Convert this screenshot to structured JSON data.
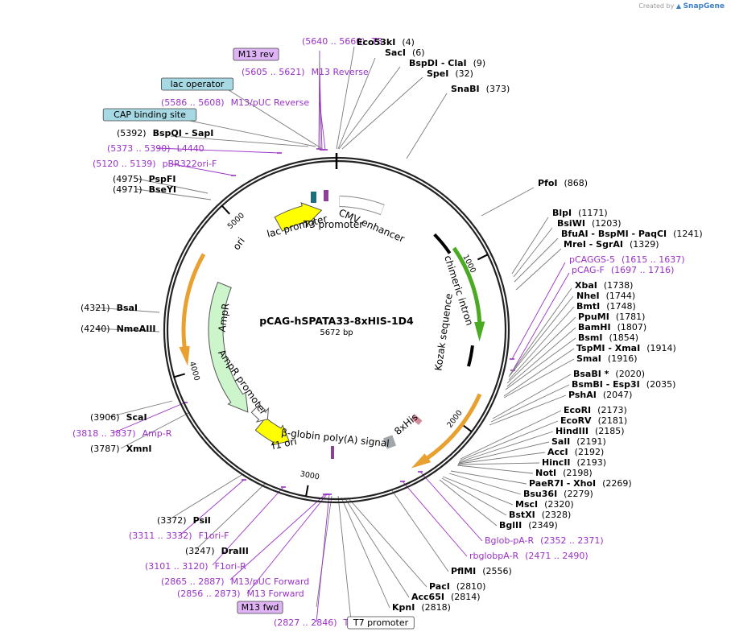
{
  "credit": {
    "prefix": "Created by",
    "brand": "SnapGene"
  },
  "plasmid": {
    "name": "pCAG-hSPATA33-8xHIS-1D4",
    "length_label": "5672 bp",
    "total_bp": 5672
  },
  "colors": {
    "enzyme_text": "#000000",
    "primer_text": "#9b30c8",
    "primer_line": "#9b30c8",
    "ori": "#ffff00",
    "ampr": "#ccf5cc",
    "intron": "#4aaa22",
    "orange_arrow": "#e8a030",
    "teal_feature": "#1d6e7d",
    "purple_feature": "#8e3f96",
    "his_tag": "#d28b9a",
    "grey_box": "#a0a6aa",
    "blue_box": "#a6d9e3",
    "violet_box": "#dfb4f5"
  },
  "ticks": [
    {
      "label": "1000"
    },
    {
      "label": "2000"
    },
    {
      "label": "3000"
    },
    {
      "label": "4000"
    },
    {
      "label": "5000"
    }
  ],
  "features": {
    "cmv_enhancer": "CMV enhancer",
    "lac_promoter": "lac promoter",
    "t3_promoter": "T3 promoter",
    "chimeric_intron": "chimeric intron",
    "kozak_sequence": "Kozak sequence",
    "his_tag": "8xHis",
    "bglobin_polya": "β-globin poly(A) signal",
    "f1_ori": "f1 ori",
    "ampr_promoter": "AmpR promoter",
    "ampr": "AmpR",
    "ori": "ori"
  },
  "labels": [
    {
      "text": "(5640 .. 5660)",
      "extra": "T3",
      "kind": "primer"
    },
    {
      "text": "M13 rev",
      "kind": "violet-box"
    },
    {
      "text": "(5605 .. 5621)",
      "extra": "M13 Reverse",
      "kind": "primer"
    },
    {
      "text": "lac operator",
      "kind": "blue-box"
    },
    {
      "text": "(5586 .. 5608)",
      "extra": "M13/pUC Reverse",
      "kind": "primer"
    },
    {
      "text": "CAP binding site",
      "kind": "blue-box"
    },
    {
      "text": "(5392)",
      "extra": "BspQI  - SapI",
      "kind": "enzyme-left"
    },
    {
      "text": "(5373 .. 5390)",
      "extra": "L4440",
      "kind": "primer"
    },
    {
      "text": "(5120 .. 5139)",
      "extra": "pBR322ori-F",
      "kind": "primer"
    },
    {
      "text": "(4975)",
      "extra": "PspFI",
      "kind": "enzyme-left"
    },
    {
      "text": "(4971)",
      "extra": "BseYI",
      "kind": "enzyme-left"
    },
    {
      "text": "(4321)",
      "extra": "BsaI",
      "kind": "enzyme-left"
    },
    {
      "text": "(4240)",
      "extra": "NmeAIII",
      "kind": "enzyme-left"
    },
    {
      "text": "(3906)",
      "extra": "ScaI",
      "kind": "enzyme-left"
    },
    {
      "text": "(3818 .. 3837)",
      "extra": "Amp-R",
      "kind": "primer"
    },
    {
      "text": "(3787)",
      "extra": "XmnI",
      "kind": "enzyme-left"
    },
    {
      "text": "(3372)",
      "extra": "PsiI",
      "kind": "enzyme-left"
    },
    {
      "text": "(3311 .. 3332)",
      "extra": "F1ori-F",
      "kind": "primer"
    },
    {
      "text": "(3247)",
      "extra": "DraIII",
      "kind": "enzyme-left"
    },
    {
      "text": "(3101 .. 3120)",
      "extra": "F1ori-R",
      "kind": "primer"
    },
    {
      "text": "(2865 .. 2887)",
      "extra": "M13/pUC Forward",
      "kind": "primer"
    },
    {
      "text": "(2856 .. 2873)",
      "extra": "M13 Forward",
      "kind": "primer"
    },
    {
      "text": "M13 fwd",
      "kind": "violet-box"
    },
    {
      "text": "(2827 .. 2846)",
      "extra": "T7",
      "kind": "primer"
    },
    {
      "text": "T7 promoter",
      "kind": "white-box"
    },
    {
      "text": "Eco53kI",
      "extra": "(4)",
      "kind": "enzyme-right"
    },
    {
      "text": "SacI",
      "extra": "(6)",
      "kind": "enzyme-right"
    },
    {
      "text": "BspDI  - ClaI",
      "extra": "(9)",
      "kind": "enzyme-right"
    },
    {
      "text": "SpeI",
      "extra": "(32)",
      "kind": "enzyme-right"
    },
    {
      "text": "SnaBI",
      "extra": "(373)",
      "kind": "enzyme-right"
    },
    {
      "text": "PfoI",
      "extra": "(868)",
      "kind": "enzyme-right"
    },
    {
      "text": "BlpI",
      "extra": "(1171)",
      "kind": "enzyme-right"
    },
    {
      "text": "BsiWI",
      "extra": "(1203)",
      "kind": "enzyme-right"
    },
    {
      "text": "BfuAI  - BspMI  - PaqCI",
      "extra": "(1241)",
      "kind": "enzyme-right"
    },
    {
      "text": "MreI  - SgrAI",
      "extra": "(1329)",
      "kind": "enzyme-right"
    },
    {
      "text": "pCAGGS-5",
      "extra": "(1615 .. 1637)",
      "kind": "primer"
    },
    {
      "text": "pCAG-F",
      "extra": "(1697 .. 1716)",
      "kind": "primer"
    },
    {
      "text": "XbaI",
      "extra": "(1738)",
      "kind": "enzyme-right"
    },
    {
      "text": "NheI",
      "extra": "(1744)",
      "kind": "enzyme-right"
    },
    {
      "text": "BmtI",
      "extra": "(1748)",
      "kind": "enzyme-right"
    },
    {
      "text": "PpuMI",
      "extra": "(1781)",
      "kind": "enzyme-right"
    },
    {
      "text": "BamHI",
      "extra": "(1807)",
      "kind": "enzyme-right"
    },
    {
      "text": "BsmI",
      "extra": "(1854)",
      "kind": "enzyme-right"
    },
    {
      "text": "TspMI  - XmaI",
      "extra": "(1914)",
      "kind": "enzyme-right"
    },
    {
      "text": "SmaI",
      "extra": "(1916)",
      "kind": "enzyme-right"
    },
    {
      "text": "BsaBI *",
      "extra": "(2020)",
      "kind": "enzyme-right"
    },
    {
      "text": "BsmBI  - Esp3I",
      "extra": "(2035)",
      "kind": "enzyme-right"
    },
    {
      "text": "PshAI",
      "extra": "(2047)",
      "kind": "enzyme-right"
    },
    {
      "text": "EcoRI",
      "extra": "(2173)",
      "kind": "enzyme-right"
    },
    {
      "text": "EcoRV",
      "extra": "(2181)",
      "kind": "enzyme-right"
    },
    {
      "text": "HindIII",
      "extra": "(2185)",
      "kind": "enzyme-right"
    },
    {
      "text": "SalI",
      "extra": "(2191)",
      "kind": "enzyme-right"
    },
    {
      "text": "AccI",
      "extra": "(2192)",
      "kind": "enzyme-right"
    },
    {
      "text": "HincII",
      "extra": "(2193)",
      "kind": "enzyme-right"
    },
    {
      "text": "NotI",
      "extra": "(2198)",
      "kind": "enzyme-right"
    },
    {
      "text": "PaeR7I  - XhoI",
      "extra": "(2269)",
      "kind": "enzyme-right"
    },
    {
      "text": "Bsu36I",
      "extra": "(2279)",
      "kind": "enzyme-right"
    },
    {
      "text": "MscI",
      "extra": "(2320)",
      "kind": "enzyme-right"
    },
    {
      "text": "BstXI",
      "extra": "(2328)",
      "kind": "enzyme-right"
    },
    {
      "text": "BglII",
      "extra": "(2349)",
      "kind": "enzyme-right"
    },
    {
      "text": "Bglob-pA-R",
      "extra": "(2352 .. 2371)",
      "kind": "primer"
    },
    {
      "text": "rbglobpA-R",
      "extra": "(2471 .. 2490)",
      "kind": "primer"
    },
    {
      "text": "PflMI",
      "extra": "(2556)",
      "kind": "enzyme-right"
    },
    {
      "text": "PacI",
      "extra": "(2810)",
      "kind": "enzyme-right"
    },
    {
      "text": "Acc65I",
      "extra": "(2814)",
      "kind": "enzyme-right"
    },
    {
      "text": "KpnI",
      "extra": "(2818)",
      "kind": "enzyme-right"
    }
  ]
}
